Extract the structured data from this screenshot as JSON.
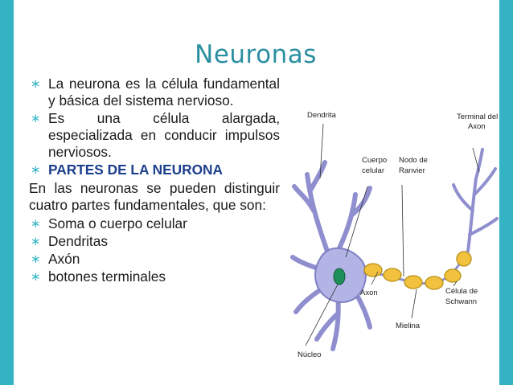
{
  "slide": {
    "title": "Neuronas",
    "bullets_top": [
      {
        "text": "La neurona es la célula fundamental y básica del sistema nervioso."
      },
      {
        "text": "Es una célula alargada, especializada en conducir impulsos nerviosos."
      },
      {
        "text": "PARTES DE LA NEURONA"
      }
    ],
    "paragraph": "En las neuronas se pueden distinguir cuatro partes fundamentales, que son:",
    "bullets_bottom": [
      {
        "text": "Soma o cuerpo celular"
      },
      {
        "text": "Dendritas"
      },
      {
        "text": "Axón"
      },
      {
        "text": "botones terminales"
      }
    ],
    "bullet_marker": "∗",
    "colors": {
      "accent": "#34b3c4",
      "title": "#2a8fa0",
      "bold_heading": "#1c3f8c",
      "myelin": "#f2c23e",
      "cell_body": "#b3b4e6"
    }
  },
  "diagram": {
    "labels": {
      "dendrita": "Dendrita",
      "terminal_line1": "Terminal del",
      "terminal_line2": "Axon",
      "cuerpo_line1": "Cuerpo",
      "cuerpo_line2": "celular",
      "nodo_line1": "Nodo de",
      "nodo_line2": "Ranvier",
      "axon": "Axon",
      "schwann_line1": "Célula de",
      "schwann_line2": "Schwann",
      "mielina": "Mielina",
      "nucleo": "Núcleo"
    }
  }
}
